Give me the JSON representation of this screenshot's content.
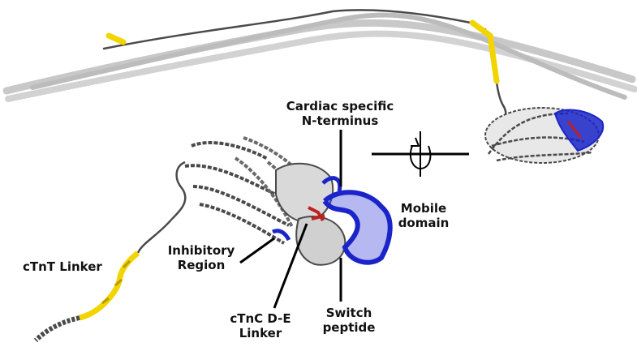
{
  "colors": {
    "background": "#ffffff",
    "thin_filament": "#c8c8c8",
    "troponin_backbone": "#4a4a4a",
    "helix_highlight": "#9a9a9a",
    "cTnT_linker": "#f2d500",
    "mobile_domain": "#1a24c8",
    "cTnC_DE_linker": "#c01f1f",
    "pointer_line": "#000000"
  },
  "icons": {
    "rotation": "rotate-arrow-icon"
  },
  "labels": {
    "cardiac_n_terminus": {
      "line1": "Cardiac specific",
      "line2": "N-terminus"
    },
    "mobile_domain": {
      "line1": "Mobile",
      "line2": "domain"
    },
    "inhibitory_region": {
      "line1": "Inhibitory",
      "line2": "Region"
    },
    "ctnt_linker": {
      "line1": "cTnT Linker"
    },
    "ctnc_de_linker": {
      "line1": "cTnC D-E",
      "line2": "Linker"
    },
    "switch_peptide": {
      "line1": "Switch",
      "line2": "peptide"
    }
  }
}
